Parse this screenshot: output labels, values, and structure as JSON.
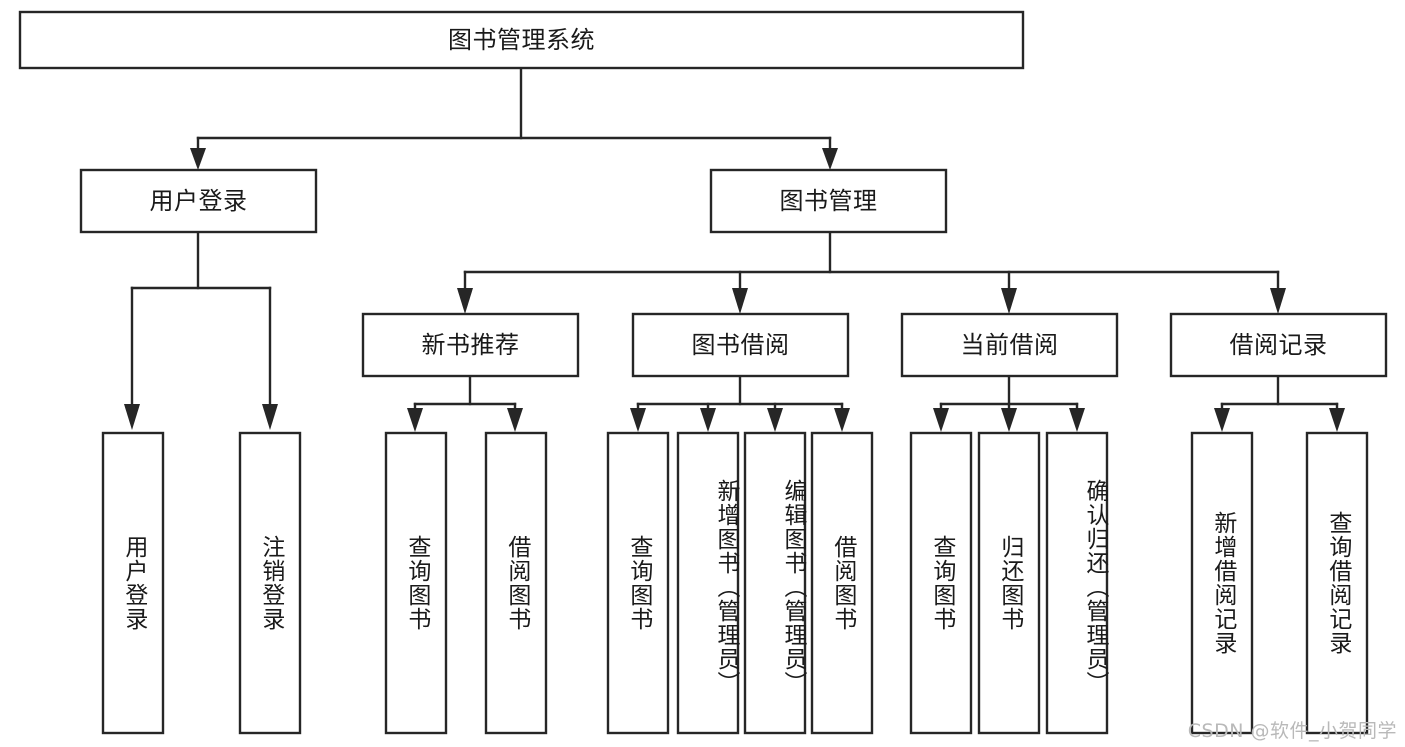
{
  "diagram": {
    "type": "tree-hierarchy",
    "title": "图书管理系统",
    "orientation": "top-down",
    "root": {
      "id": "root",
      "label": "图书管理系统",
      "text_orientation": "horizontal"
    },
    "level2": [
      {
        "id": "user-login",
        "label": "用户登录",
        "text_orientation": "horizontal"
      },
      {
        "id": "book-management",
        "label": "图书管理",
        "text_orientation": "horizontal"
      }
    ],
    "level3": [
      {
        "id": "new-book-recommend",
        "label": "新书推荐",
        "parent": "book-management",
        "text_orientation": "horizontal"
      },
      {
        "id": "book-borrow",
        "label": "图书借阅",
        "parent": "book-management",
        "text_orientation": "horizontal"
      },
      {
        "id": "current-borrow",
        "label": "当前借阅",
        "parent": "book-management",
        "text_orientation": "horizontal"
      },
      {
        "id": "borrow-record",
        "label": "借阅记录",
        "parent": "book-management",
        "text_orientation": "horizontal"
      }
    ],
    "leaves": [
      {
        "id": "leaf-user-login",
        "label": "用户登录",
        "parent": "user-login",
        "text_orientation": "vertical"
      },
      {
        "id": "leaf-logout",
        "label": "注销登录",
        "parent": "user-login",
        "text_orientation": "vertical"
      },
      {
        "id": "leaf-query-book-1",
        "label": "查询图书",
        "parent": "new-book-recommend",
        "text_orientation": "vertical"
      },
      {
        "id": "leaf-borrow-book-1",
        "label": "借阅图书",
        "parent": "new-book-recommend",
        "text_orientation": "vertical"
      },
      {
        "id": "leaf-query-book-2",
        "label": "查询图书",
        "parent": "book-borrow",
        "text_orientation": "vertical"
      },
      {
        "id": "leaf-add-book",
        "label": "新增图书（管理员）",
        "parent": "book-borrow",
        "text_orientation": "vertical"
      },
      {
        "id": "leaf-edit-book",
        "label": "编辑图书（管理员）",
        "parent": "book-borrow",
        "text_orientation": "vertical"
      },
      {
        "id": "leaf-borrow-book-2",
        "label": "借阅图书",
        "parent": "book-borrow",
        "text_orientation": "vertical"
      },
      {
        "id": "leaf-query-book-3",
        "label": "查询图书",
        "parent": "current-borrow",
        "text_orientation": "vertical"
      },
      {
        "id": "leaf-return-book",
        "label": "归还图书",
        "parent": "current-borrow",
        "text_orientation": "vertical"
      },
      {
        "id": "leaf-confirm-return",
        "label": "确认归还（管理员）",
        "parent": "current-borrow",
        "text_orientation": "vertical"
      },
      {
        "id": "leaf-add-record",
        "label": "新增借阅记录",
        "parent": "borrow-record",
        "text_orientation": "vertical"
      },
      {
        "id": "leaf-query-record",
        "label": "查询借阅记录",
        "parent": "borrow-record",
        "text_orientation": "vertical"
      }
    ],
    "colors": {
      "stroke": "#262626",
      "fill": "#ffffff",
      "text": "#1a1a1a",
      "background": "#ffffff",
      "watermark": "#b9b9b9"
    }
  },
  "watermark": {
    "text": "CSDN @软件_小贺同学"
  }
}
